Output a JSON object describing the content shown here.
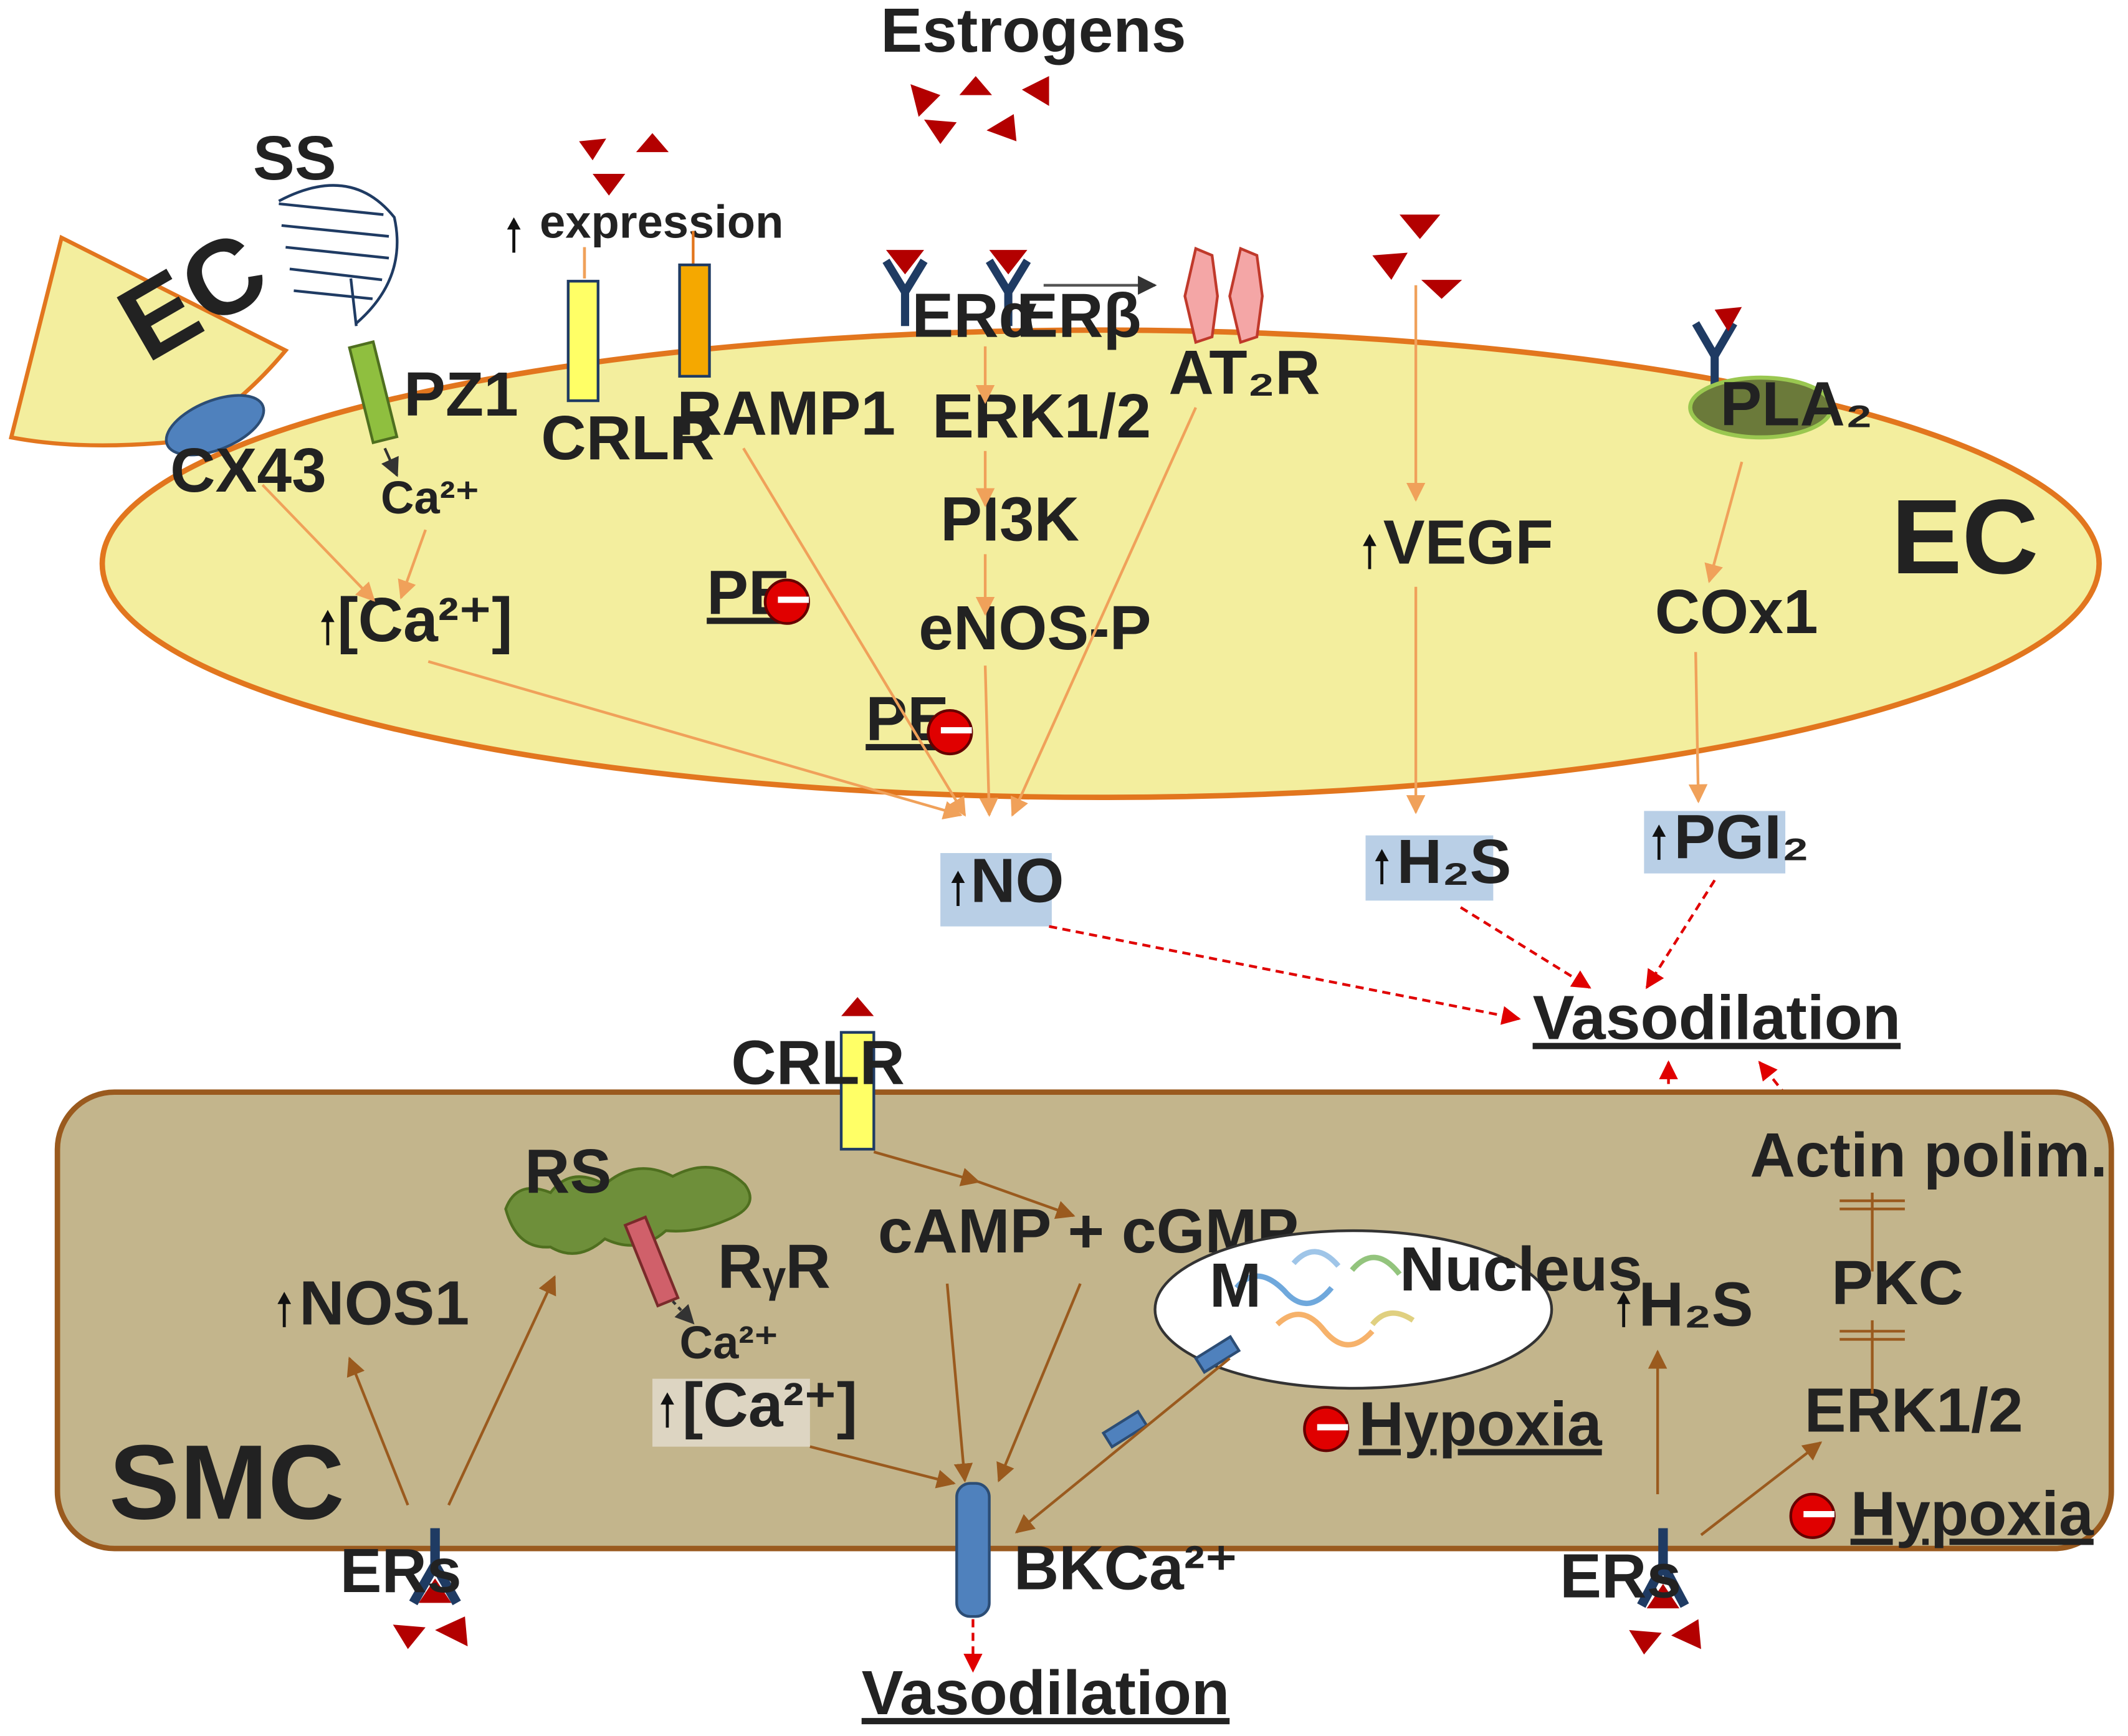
{
  "colors": {
    "ec_fill": "#f3ee9e",
    "ec_stroke": "#e2761e",
    "smc_fill": "#c3b58c",
    "smc_stroke": "#9a5a1e",
    "estrogen": "#b30000",
    "pathway_arrow_ec": "#f0a15a",
    "pathway_arrow_smc": "#9a5a1e",
    "vasodilation_arrow": "#e00000",
    "highlight_box": "#b9cfe6",
    "inhibit_circle": "#e00000",
    "receptor": "#1f3b63"
  },
  "labels": {
    "estrogens": "Estrogens",
    "ss": "SS",
    "expression": "expression",
    "ec_small": "EC",
    "ec_main": "EC",
    "cx43": "CX43",
    "pz1": "PZ1",
    "ca_pz1": "Ca²⁺",
    "crlr_ec": "CRLR",
    "ramp1": "RAMP1",
    "er_alpha": "ERα",
    "er_beta": "ERβ",
    "at2r": "AT₂R",
    "erk_ec": "ERK1/2",
    "pi3k": "PI3K",
    "enos": "eNOS-P",
    "pe1": "PE",
    "pe2": "PE",
    "ca_ec": "[Ca²⁺]",
    "vegf": "VEGF",
    "pla2": "PLA₂",
    "cox1": "COx1",
    "no": "NO",
    "h2s_ec": "H₂S",
    "pgi2": "PGI₂",
    "vasodilation_top": "Vasodilation",
    "crlr_smc": "CRLR",
    "rs": "RS",
    "ryr": "RᵧR",
    "ca_rs": "Ca²⁺",
    "camp": "cAMP + cGMP",
    "nucleus": "Nucleus",
    "m": "M",
    "nos1": "NOS1",
    "ca_smc": "[Ca²⁺]",
    "hypoxia1": "Hypoxia",
    "hypoxia2": "Hypoxia",
    "smc": "SMC",
    "ers_left": "ERs",
    "ers_right": "ERs",
    "bkca": "BKCa²⁺",
    "vasodilation_bottom": "Vasodilation",
    "h2s_smc": "H₂S",
    "actin": "Actin polim.",
    "pkc": "PKC",
    "erk_smc": "ERK1/2",
    "minus": "–"
  }
}
